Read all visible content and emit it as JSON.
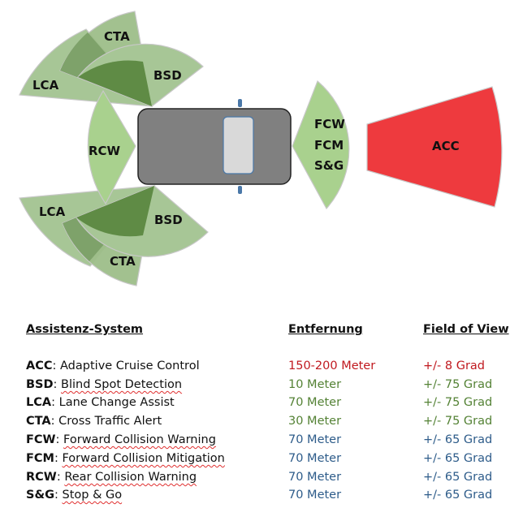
{
  "diagram": {
    "colors": {
      "sector_light": "#a7c696",
      "sector_mid": "#7ea26a",
      "sector_dark": "#5f8b45",
      "rcw_fcw": "#a9d18e",
      "acc": "#ee3a3e",
      "car_body": "#808080",
      "car_outline": "#222222",
      "windshield": "#d9d9d9",
      "windshield_outline": "#4a78a8",
      "mirror": "#4a78a8"
    },
    "labels": {
      "cta_top": "CTA",
      "bsd_top": "BSD",
      "lca_top": "LCA",
      "rcw": "RCW",
      "lca_bottom": "LCA",
      "bsd_bottom": "BSD",
      "cta_bottom": "CTA",
      "fcw": "FCW",
      "fcm": "FCM",
      "sg": "S&G",
      "acc": "ACC"
    }
  },
  "table": {
    "headers": {
      "system": "Assistenz-System",
      "distance": "Entfernung",
      "fov": "Field of View"
    },
    "colors": {
      "red": "#c0191f",
      "green": "#548235",
      "blue": "#2e5c8a"
    },
    "rows": [
      {
        "abbr": "ACC",
        "sep": ": ",
        "name": "Adaptive Cruise Control",
        "distance": "150-200 Meter",
        "fov": "+/- 8 Grad",
        "color": "red"
      },
      {
        "abbr": "BSD",
        "sep": ": ",
        "name": "Blind Spot Detection",
        "distance": "10 Meter",
        "fov": "+/- 75 Grad",
        "color": "green"
      },
      {
        "abbr": "LCA",
        "sep": ": ",
        "name": "Lane Change Assist",
        "distance": "70 Meter",
        "fov": "+/- 75 Grad",
        "color": "green"
      },
      {
        "abbr": "CTA",
        "sep": ": ",
        "name": "Cross Traffic Alert",
        "distance": "30 Meter",
        "fov": "+/- 75 Grad",
        "color": "green"
      },
      {
        "abbr": "FCW",
        "sep": ": ",
        "name": "Forward Collision Warning",
        "distance": "70 Meter",
        "fov": "+/- 65 Grad",
        "color": "blue"
      },
      {
        "abbr": "FCM",
        "sep": ": ",
        "name": "Forward Collision Mitigation",
        "distance": "70 Meter",
        "fov": "+/- 65 Grad",
        "color": "blue"
      },
      {
        "abbr": "RCW",
        "sep": ": ",
        "name": "Rear Collision Warning",
        "distance": "70 Meter",
        "fov": "+/- 65 Grad",
        "color": "blue"
      },
      {
        "abbr": "S&G",
        "sep": ": ",
        "name": "Stop & Go",
        "distance": "70 Meter",
        "fov": "+/- 65 Grad",
        "color": "blue"
      }
    ]
  }
}
